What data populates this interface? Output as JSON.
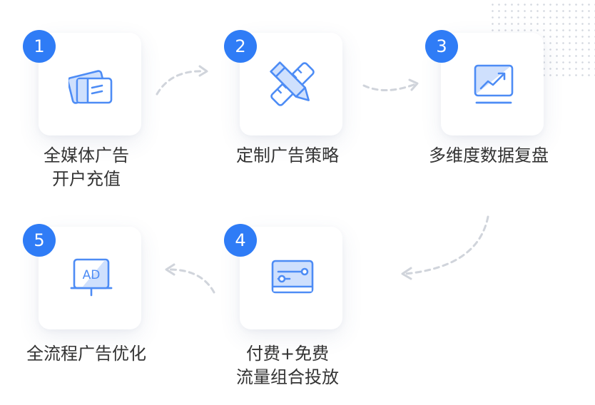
{
  "steps": [
    {
      "number": "1",
      "lines": [
        "全媒体广告",
        "开户充值"
      ],
      "icon": "ad-cards-icon"
    },
    {
      "number": "2",
      "lines": [
        "定制广告策略"
      ],
      "icon": "ruler-pencil-icon"
    },
    {
      "number": "3",
      "lines": [
        "多维度数据复盘"
      ],
      "icon": "data-chart-icon"
    },
    {
      "number": "4",
      "lines": [
        "付费+免费",
        "流量组合投放"
      ],
      "icon": "ticket-card-icon"
    },
    {
      "number": "5",
      "lines": [
        "全流程广告优化"
      ],
      "icon": "ad-board-icon"
    }
  ],
  "ad_board_text": "AD",
  "colors": {
    "accent": "#2f7cf6",
    "icon_stroke": "#4d8cf5",
    "icon_fill": "#cfe0fd",
    "text": "#333333",
    "arrow": "#d0d4db"
  }
}
